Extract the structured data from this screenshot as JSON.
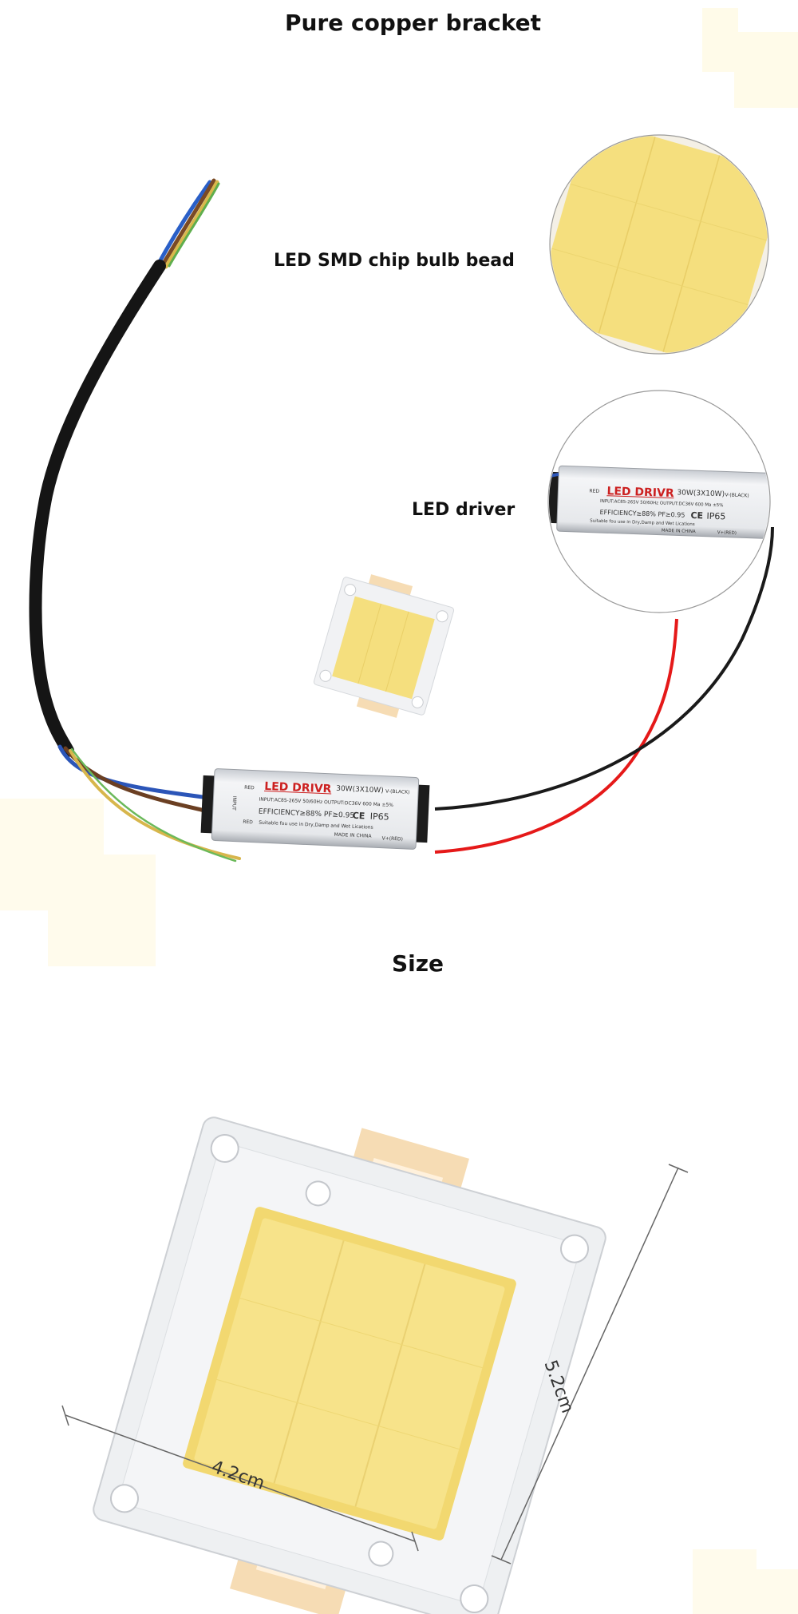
{
  "headings": {
    "top": "Pure copper bracket",
    "chip": "LED SMD chip bulb bead",
    "driver": "LED driver",
    "size": "Size"
  },
  "driver_label": {
    "brand": "LED DRIVR",
    "rating": "30W(3X10W)",
    "input_line": "INPUT:AC85-265V 50/60Hz OUTPUT:DC36V 600 Ma ±5%",
    "efficiency": "EFFICIENCY≥88% PF≥0.95",
    "ip": "IP65",
    "ce": "CE",
    "suitable": "Suitable fou use in Dry,Damp and Wet Lications",
    "made_in": "MADE IN CHINA",
    "v_neg": "V-(BLACK)",
    "v_pos": "V+(RED)",
    "red_tag": "RED",
    "input_tag": "INPUT"
  },
  "dimensions": {
    "width": "4.2cm",
    "height": "5.2cm"
  },
  "colors": {
    "phosphor": "#f5df7e",
    "copper_tab": "#f6dcb4",
    "wire_red": "#e51919",
    "wire_black": "#1a1a1a",
    "cable": "#151515",
    "driver_body": "#e3e6ea",
    "brand_red": "#cc2020"
  }
}
